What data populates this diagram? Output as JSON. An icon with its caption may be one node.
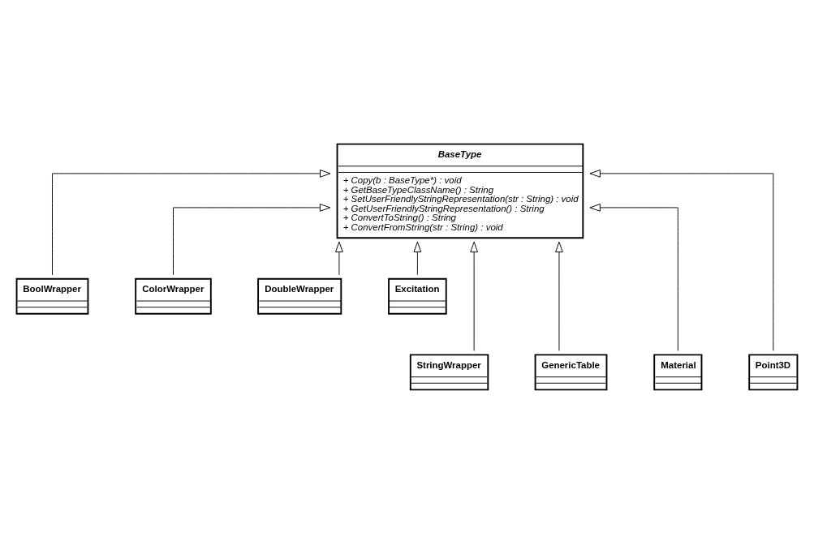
{
  "diagram": {
    "nodes": [
      {
        "text": [
          "BaseType",
          "+ Copy(b : BaseType*) : void",
          "+ GetBaseTypeClassName() : String",
          "+ SetUserFriendlyStringRepresentation(str : String) : void",
          "+ GetUserFriendlyStringRepresentation() : String",
          "+ ConvertToString() : String",
          "+ ConvertFromString(str : String) : void"
        ]
      },
      {
        "text": [
          "BoolWrapper"
        ]
      },
      {
        "text": [
          "ColorWrapper"
        ]
      },
      {
        "text": [
          "DoubleWrapper"
        ]
      },
      {
        "text": [
          "Excitation"
        ]
      },
      {
        "text": [
          "StringWrapper"
        ]
      },
      {
        "text": [
          "GenericTable"
        ]
      },
      {
        "text": [
          "Material"
        ]
      },
      {
        "text": [
          "Point3D"
        ]
      }
    ],
    "edges": [
      {
        "from": 1,
        "to": 0,
        "arrow": "to"
      },
      {
        "from": 2,
        "to": 0,
        "arrow": "to"
      },
      {
        "from": 3,
        "to": 0,
        "arrow": "to"
      },
      {
        "from": 4,
        "to": 0,
        "arrow": "to"
      },
      {
        "from": 5,
        "to": 0,
        "arrow": "to"
      },
      {
        "from": 6,
        "to": 0,
        "arrow": "to"
      },
      {
        "from": 7,
        "to": 0,
        "arrow": "to"
      },
      {
        "from": 8,
        "to": 0,
        "arrow": "to"
      }
    ]
  }
}
